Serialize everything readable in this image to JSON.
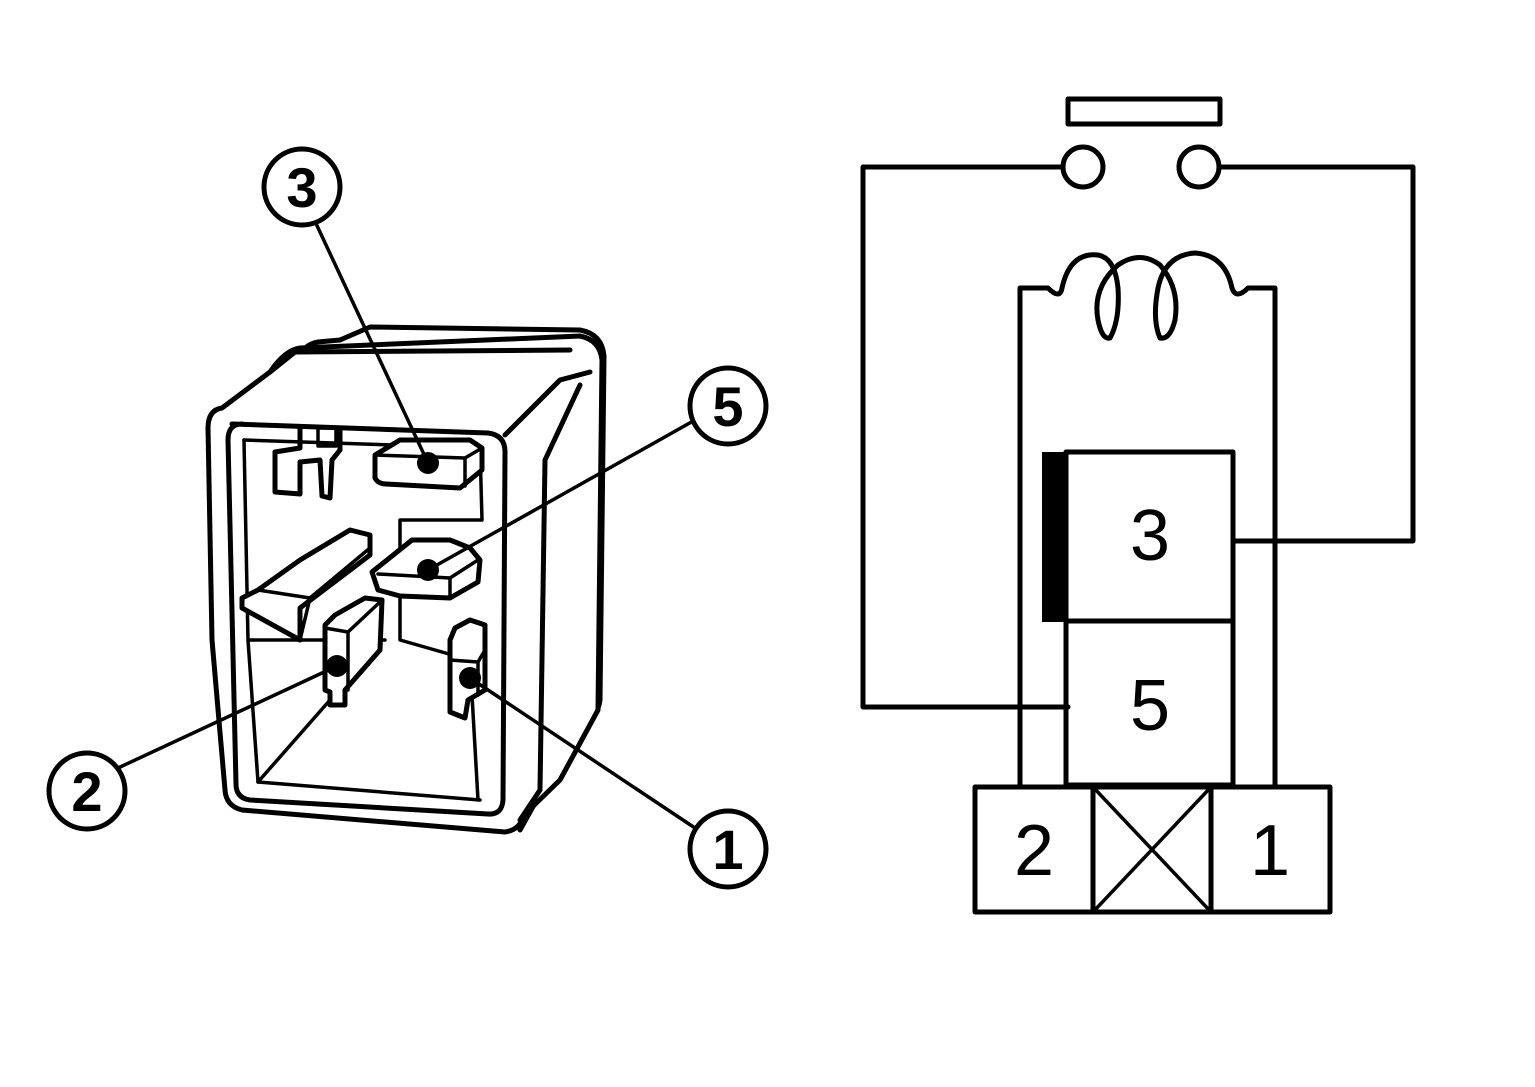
{
  "relay_illustration": {
    "callouts": [
      {
        "id": "terminal-3",
        "label": "3"
      },
      {
        "id": "terminal-5",
        "label": "5"
      },
      {
        "id": "terminal-2",
        "label": "2"
      },
      {
        "id": "terminal-1",
        "label": "1"
      }
    ]
  },
  "schematic": {
    "block_top_label": "3",
    "block_bottom_label": "5",
    "connector_left_label": "2",
    "connector_right_label": "1"
  }
}
